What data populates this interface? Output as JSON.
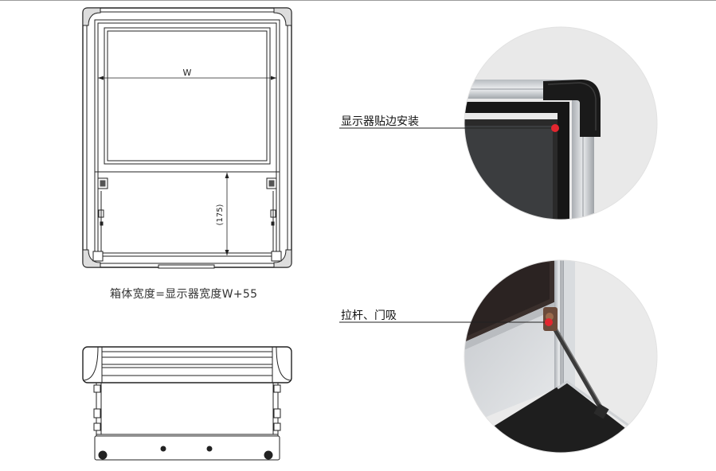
{
  "dimensions": {
    "width_label": "W",
    "height_label": "(175)"
  },
  "caption": "箱体宽度=显示器宽度W+55",
  "callouts": [
    {
      "label": "显示器贴边安装"
    },
    {
      "label": "拉杆、门吸"
    }
  ],
  "colors": {
    "line": "#222222",
    "callout_dot": "#e3262f",
    "aluminium": "#c9ccd0",
    "corner_cap": "#1a1a1a"
  }
}
